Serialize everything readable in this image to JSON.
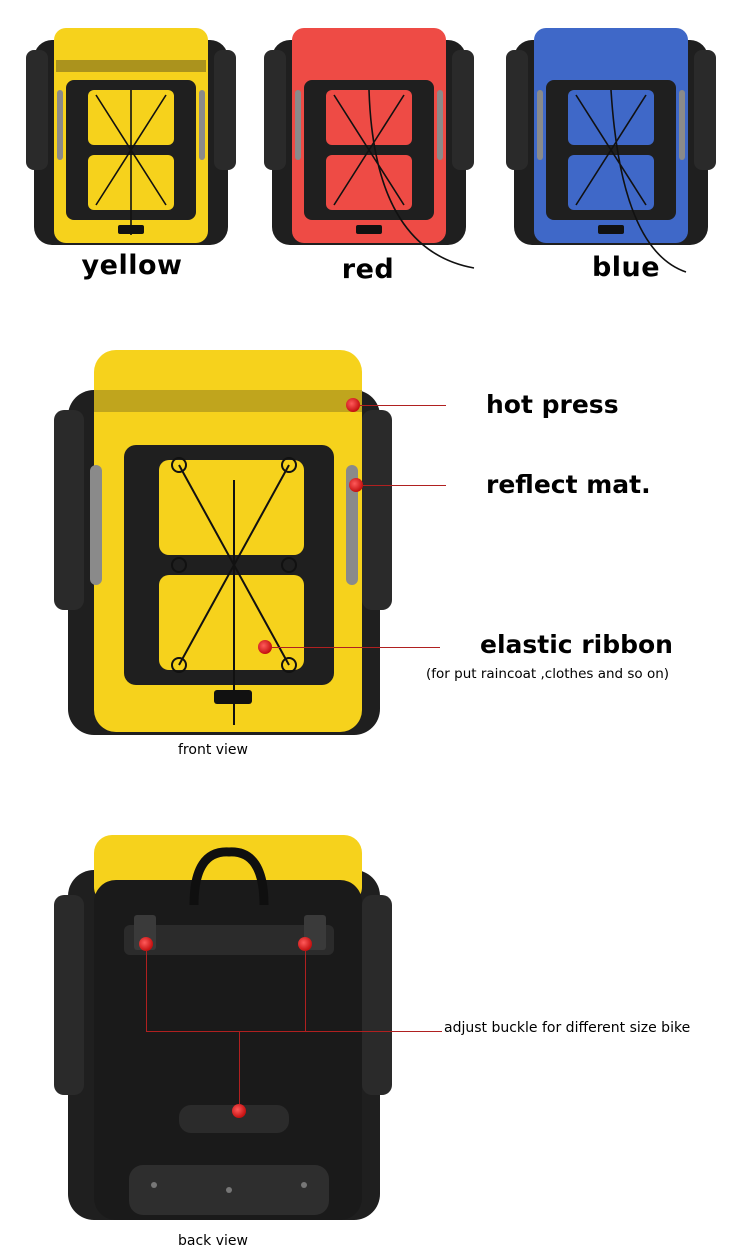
{
  "variants": [
    {
      "label": "yellow",
      "color": "#f6d21c"
    },
    {
      "label": "red",
      "color": "#ee4b45"
    },
    {
      "label": "blue",
      "color": "#3f68c8"
    }
  ],
  "callouts": {
    "hot_press": "hot press",
    "reflect_mat": "reflect mat.",
    "elastic_ribbon": "elastic ribbon",
    "elastic_ribbon_note": "(for put raincoat ,clothes and so on)",
    "adjust_buckle": "adjust buckle for different size bike"
  },
  "views": {
    "front": "front view",
    "back": "back view"
  },
  "colors": {
    "body_black": "#1f1f1f",
    "reflective_gray": "#8a8a8a",
    "marker_red": "#d01515",
    "leader_line": "#b02020"
  }
}
